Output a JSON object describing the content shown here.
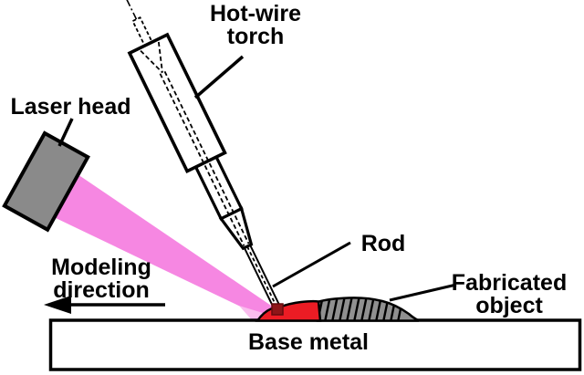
{
  "figure": {
    "type": "technical-diagram",
    "subject": "laser hot-wire additive manufacturing setup",
    "labels": {
      "hot_wire_torch": {
        "line1": "Hot-wire",
        "line2": "torch"
      },
      "laser_head": "Laser head",
      "modeling_direction": {
        "line1": "Modeling",
        "line2": "direction"
      },
      "rod": "Rod",
      "fabricated_object": {
        "line1": "Fabricated",
        "line2": "object"
      },
      "base_metal": "Base metal"
    },
    "colors": {
      "outline": "#000000",
      "background": "#ffffff",
      "laser_head_body": "#8a8a8a",
      "laser_beam": "#f687e2",
      "laser_beam_tip": "#fabdee",
      "molten_pool": "#ec1c24",
      "melting_rod_tip": "#8e1518",
      "fabricated_object": "#909090",
      "torch_fill": "#ffffff",
      "base_metal_fill": "#ffffff"
    }
  }
}
